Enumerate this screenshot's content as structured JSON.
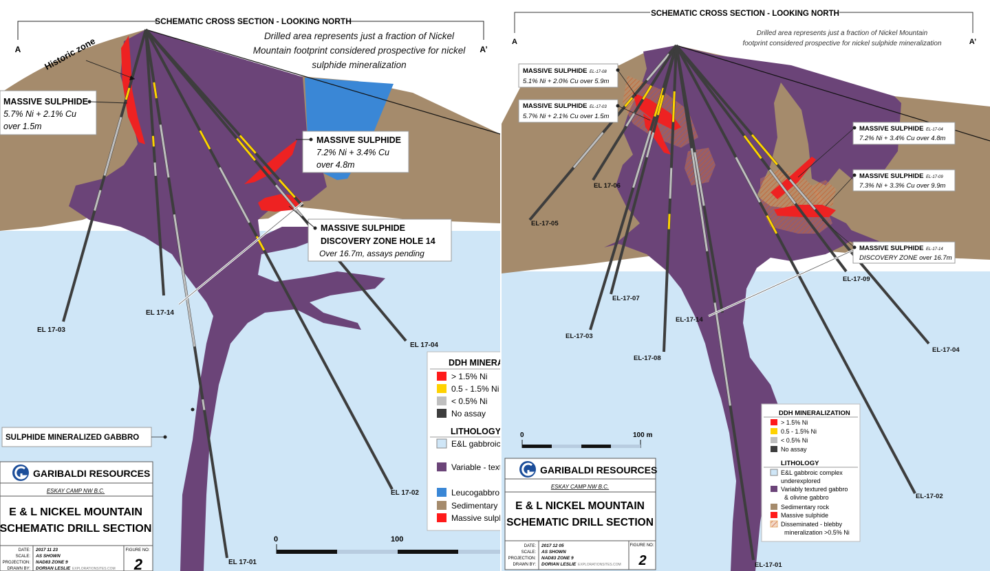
{
  "colors": {
    "sky": "#cfe6f7",
    "sediment": "#a58b6c",
    "gabbro": "#6b4478",
    "leucogabbro": "#3a87d6",
    "sulphide": "#ee2222",
    "high_ni": "#ff1a1a",
    "mid_ni": "#ffd200",
    "low_ni": "#bfbfbf",
    "no_assay": "#3d3d3d",
    "logo_blue": "#1c4e9a"
  },
  "left": {
    "header": "SCHEMATIC CROSS SECTION - LOOKING NORTH",
    "a_label": "A",
    "a2_label": "A’",
    "note": [
      "Drilled area represents just a fraction of Nickel",
      "Mountain footprint considered prospective for nickel",
      "sulphide mineralization"
    ],
    "historic_zone": "Historic zone",
    "callouts": [
      {
        "title": "MASSIVE SULPHIDE",
        "lines": [
          "5.7% Ni + 2.1% Cu",
          "over 1.5m"
        ]
      },
      {
        "title": "MASSIVE SULPHIDE",
        "lines": [
          "7.2% Ni + 3.4% Cu",
          "over 4.8m"
        ]
      },
      {
        "title": "MASSIVE SULPHIDE",
        "title2": "DISCOVERY ZONE HOLE 14",
        "lines": [
          "Over 16.7m, assays pending"
        ]
      }
    ],
    "gabbro_label": "SULPHIDE MINERALIZED GABBRO",
    "holes": [
      "EL 17-03",
      "EL 17-14",
      "EL 17-04",
      "EL 17-02",
      "EL 17-01"
    ],
    "legend": {
      "title": "DDH MINERALIZATION",
      "items": [
        "> 1.5% Ni",
        "0.5 - 1.5% Ni",
        "< 0.5% Ni",
        "No assay"
      ],
      "lith_title": "LITHOLOGY",
      "lith": [
        "E&L gabbroic complex underexplored",
        "Variable - textured gabbro & olivine gabbro",
        "Leucogabbro",
        "Sedimentary rock",
        "Massive sulphide"
      ]
    },
    "scale": [
      "0",
      "100"
    ],
    "title_block": {
      "company": "GARIBALDI RESOURCES",
      "subtitle": "ESKAY CAMP NW B.C.",
      "title1": "E & L NICKEL MOUNTAIN",
      "title2": "SCHEMATIC DRILL SECTION",
      "rows": [
        [
          "DATE:",
          "2017 11 23"
        ],
        [
          "SCALE:",
          "AS SHOWN"
        ],
        [
          "PROJECTION:",
          "NAD83 ZONE 9"
        ],
        [
          "DRAWN BY:",
          "DORIAN LESLIE"
        ]
      ],
      "drawn_by_extra": "EXPLORATIONSITES.COM",
      "fig_label": "FIGURE NO:",
      "fig_no": "2"
    }
  },
  "right": {
    "header": "SCHEMATIC CROSS SECTION - LOOKING NORTH",
    "a_label": "A",
    "a2_label": "A’",
    "note": [
      "Drilled area represents just a fraction of Nickel Mountain",
      "footprint considered prospective for nickel sulphide mineralization"
    ],
    "callouts": [
      {
        "title": "MASSIVE SULPHIDE",
        "hole": "EL-17-08",
        "lines": [
          "5.1% Ni + 2.0% Cu over 5.9m"
        ]
      },
      {
        "title": "MASSIVE SULPHIDE",
        "hole": "EL-17-03",
        "lines": [
          "5.7% Ni + 2.1% Cu over 1.5m"
        ]
      },
      {
        "title": "MASSIVE SULPHIDE",
        "hole": "EL-17-04",
        "lines": [
          "7.2% Ni + 3.4% Cu over 4.8m"
        ]
      },
      {
        "title": "MASSIVE SULPHIDE",
        "hole": "EL-17-09",
        "lines": [
          "7.3% Ni + 3.3% Cu over 9.9m"
        ]
      },
      {
        "title": "MASSIVE SULPHIDE",
        "hole": "EL-17-14",
        "lines": [
          "DISCOVERY ZONE over 16.7m"
        ]
      }
    ],
    "holes": [
      "EL 17-06",
      "EL-17-05",
      "EL-17-07",
      "EL-17-03",
      "EL-17-08",
      "EL-17-14",
      "EL-17-09",
      "EL-17-04",
      "EL-17-02",
      "EL-17-01"
    ],
    "legend": {
      "title": "DDH MINERALIZATION",
      "items": [
        "> 1.5% Ni",
        "0.5 - 1.5% Ni",
        "< 0.5% Ni",
        "No assay"
      ],
      "lith_title": "LITHOLOGY",
      "lith": [
        "E&L gabbroic complex",
        "underexplored",
        "Variably textured gabbro",
        "& olivine gabbro",
        "Sedimentary rock",
        "Massive sulphide",
        "Disseminated - blebby",
        "mineralization >0.5% Ni"
      ]
    },
    "scale": [
      "0",
      "100 m"
    ],
    "title_block": {
      "company": "GARIBALDI RESOURCES",
      "subtitle": "ESKAY CAMP NW B.C.",
      "title1": "E & L NICKEL MOUNTAIN",
      "title2": "SCHEMATIC DRILL SECTION",
      "rows": [
        [
          "DATE:",
          "2017 12 05"
        ],
        [
          "SCALE:",
          "AS SHOWN"
        ],
        [
          "PROJECTION:",
          "NAD83 ZONE 9"
        ],
        [
          "DRAWN BY:",
          "DORIAN LESLIE"
        ]
      ],
      "drawn_by_extra": "EXPLORATIONSITES.COM",
      "fig_label": "FIGURE NO:",
      "fig_no": "2"
    }
  }
}
